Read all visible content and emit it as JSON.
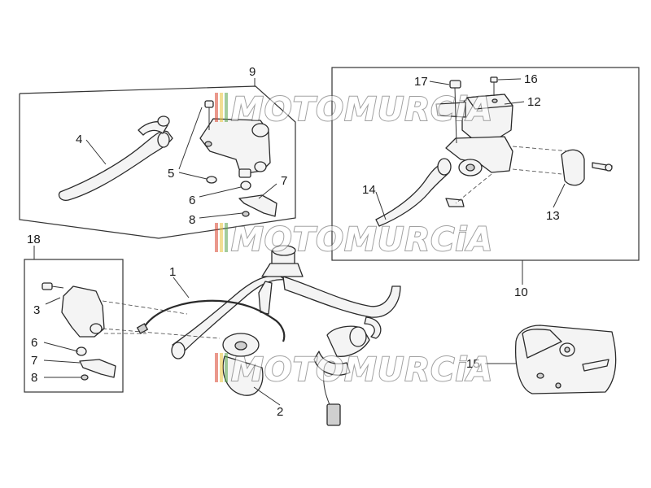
{
  "watermark": {
    "text": "MOTOMURCiA"
  },
  "callouts": {
    "c1": "1",
    "c2": "2",
    "c3": "3",
    "c4": "4",
    "c5": "5",
    "c6a": "6",
    "c7a": "7",
    "c8a": "8",
    "c9": "9",
    "c10": "10",
    "c12": "12",
    "c13": "13",
    "c14": "14",
    "c15": "15",
    "c16": "16",
    "c17": "17",
    "c18": "18",
    "c6b": "6",
    "c7b": "7",
    "c8b": "8"
  },
  "colors": {
    "stroke": "#2a2a2a",
    "fill": "#f4f4f4",
    "wm_red": "#d8432e",
    "wm_yellow": "#e8c23a",
    "wm_green": "#58a24a"
  }
}
